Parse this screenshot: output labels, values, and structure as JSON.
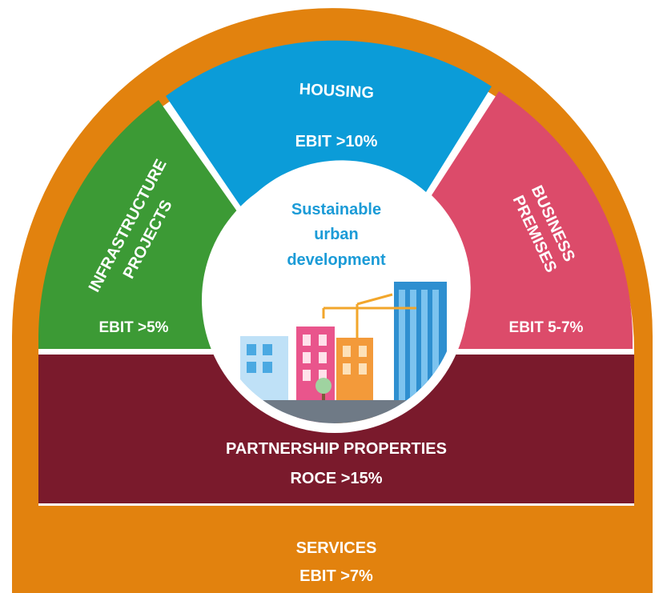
{
  "center": {
    "line1": "Sustainable",
    "line2": "urban",
    "line3": "development"
  },
  "segments": {
    "housing": {
      "name": "HOUSING",
      "metric": "EBIT >10%",
      "color": "#0b9cd8"
    },
    "infrastructure": {
      "name_line1": "INFRASTRUCTURE",
      "name_line2": "PROJECTS",
      "metric": "EBIT >5%",
      "color": "#3c9a35"
    },
    "business": {
      "name_line1": "BUSINESS",
      "name_line2": "PREMISES",
      "metric": "EBIT 5-7%",
      "color": "#dc4b6a"
    },
    "partnership": {
      "name": "PARTNERSHIP PROPERTIES",
      "metric": "ROCE >15%",
      "color": "#7a1a2c"
    },
    "services": {
      "name": "SERVICES",
      "metric": "EBIT >7%",
      "color": "#e2820e"
    }
  }
}
